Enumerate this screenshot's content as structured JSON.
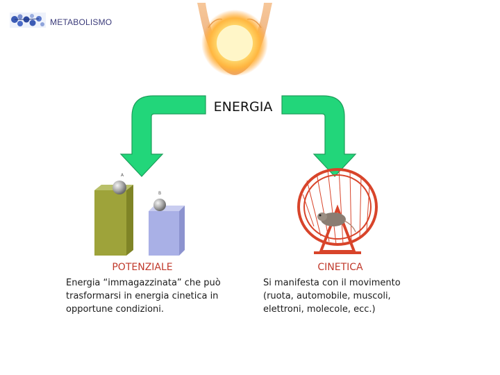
{
  "header": {
    "brand": "METABOLISMO",
    "logo_icon": "molecules-logo-icon"
  },
  "diagram": {
    "center_title": "ENERGIA",
    "arrow_color": "#22d67a",
    "left": {
      "heading": "POTENZIALE",
      "description": "Energia “immagazzinata” che può\ntrasformarsi in energia cinetica in\nopportune condizioni.",
      "image_labels": [
        "A",
        "B"
      ]
    },
    "right": {
      "heading": "CINETICA",
      "description": "Si manifesta con il movimento\n(ruota, automobile, muscoli,\nelettroni, molecole, ecc.)"
    }
  }
}
